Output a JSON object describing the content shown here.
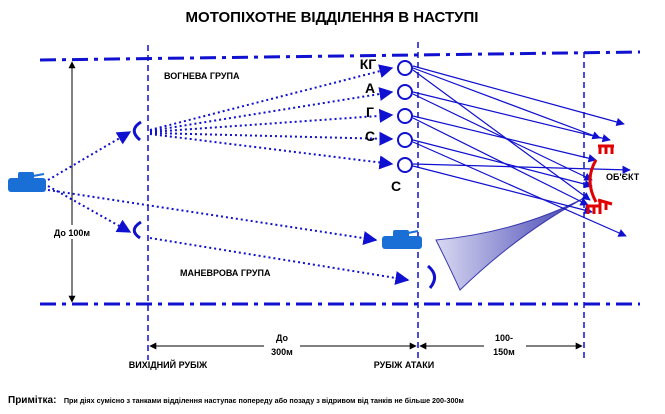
{
  "title": "МОТОПІХОТНЕ ВІДДІЛЕННЯ В НАСТУПІ",
  "groups": {
    "fire_group": "ВОГНЕВА ГРУПА",
    "maneuver_group": "МАНЕВРОВА ГРУПА"
  },
  "roles": [
    "КГ",
    "А",
    "Г",
    "С",
    "С"
  ],
  "objective_label": "ОБ'ЄКТ",
  "distances": {
    "depth": "До 100м",
    "to_attack_line_line1": "До",
    "to_attack_line_line2": "300м",
    "to_objective_line1": "100-",
    "to_objective_line2": "150м"
  },
  "lines": {
    "start_line": "ВИХІДНИЙ РУБІЖ",
    "attack_line": "РУБІЖ АТАКИ"
  },
  "note": {
    "label": "Примітка:",
    "text": "При діях сумісно з танками відділення наступає попереду або позаду з відривом від танків не більше 200-300м"
  },
  "colors": {
    "blue": "#1010d0",
    "red": "#e00000",
    "vehicle": "#1a6fd6"
  }
}
